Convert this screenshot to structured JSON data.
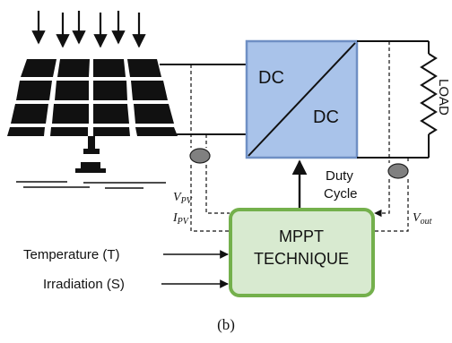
{
  "dcdc": {
    "input_label": "DC",
    "output_label": "DC"
  },
  "load": {
    "label": "LOAD"
  },
  "duty": {
    "line1": "Duty",
    "line2": "Cycle"
  },
  "mppt": {
    "line1": "MPPT",
    "line2": "TECHNIQUE"
  },
  "signals": {
    "vpv": {
      "main": "V",
      "sub": "PV"
    },
    "ipv": {
      "main": "I",
      "sub": "PV"
    },
    "vout": {
      "main": "V",
      "sub": "out"
    }
  },
  "inputs": {
    "temperature": "Temperature (T)",
    "irradiation": "Irradiation (S)"
  },
  "caption": "(b)",
  "colors": {
    "dcdc_fill": "#a9c3ea",
    "dcdc_stroke": "#6f8fc4",
    "mppt_fill": "#d8ead0",
    "mppt_stroke": "#74b04c",
    "panel": "#111111"
  }
}
